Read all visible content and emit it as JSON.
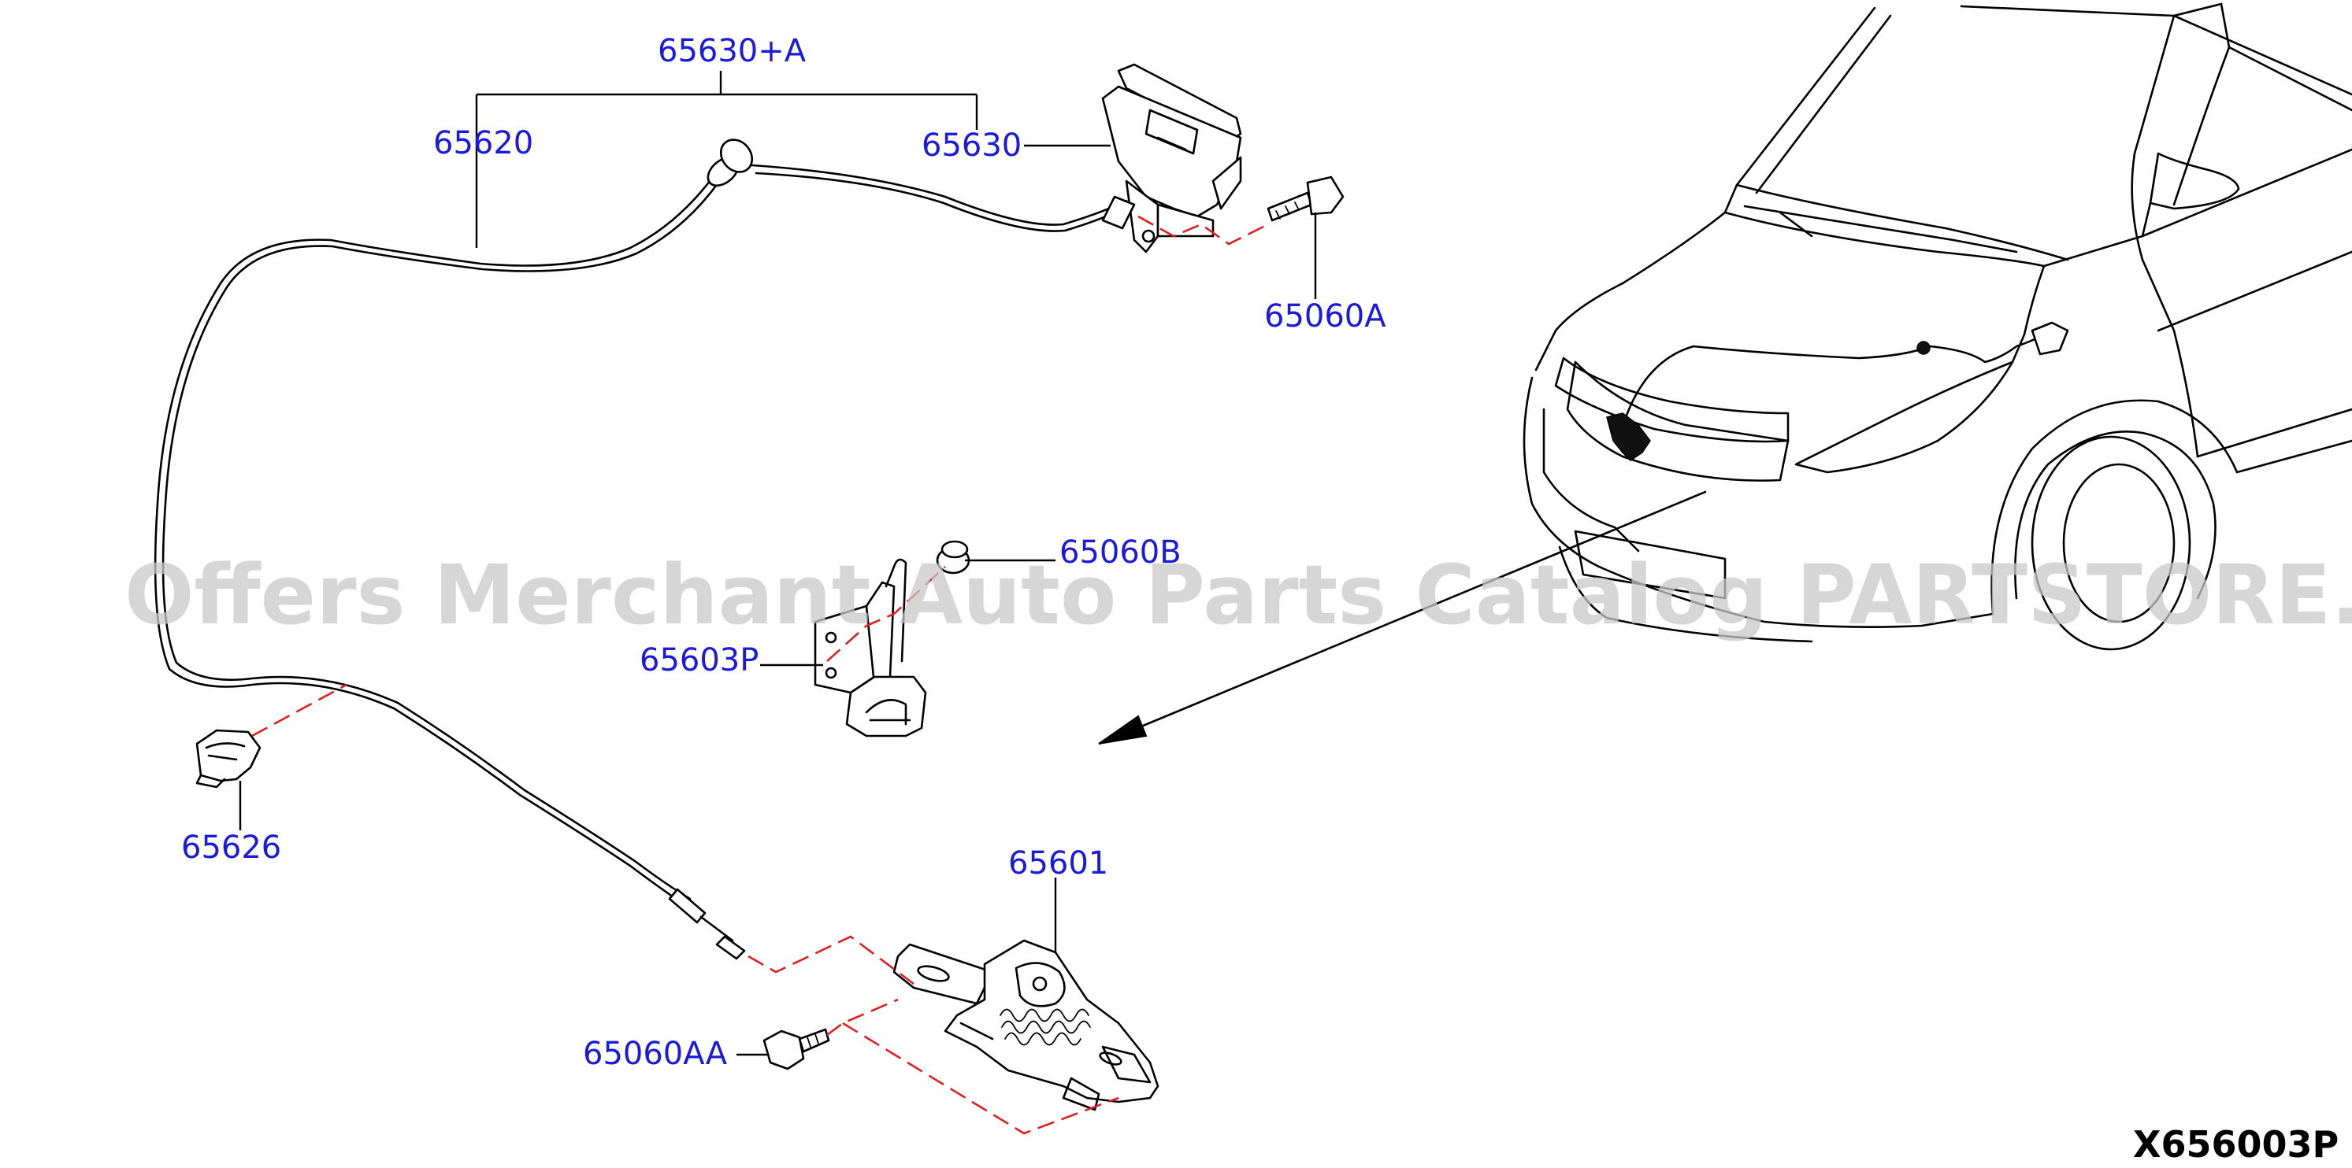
{
  "labels": {
    "kit": "65630+A",
    "cable": "65620",
    "handle": "65630",
    "bolt_a": "65060A",
    "nut_b": "65060B",
    "striker": "65603P",
    "clip": "65626",
    "lock": "65601",
    "bolt_aa": "65060AA"
  },
  "diagram_code": "X656003P",
  "watermark": "Offers Merchant Auto Parts Catalog PARTSTORE.SA",
  "colors": {
    "label": "#1a1adc",
    "dash": "#e02020",
    "line": "#000000",
    "watermark": "#c8c8c8"
  }
}
